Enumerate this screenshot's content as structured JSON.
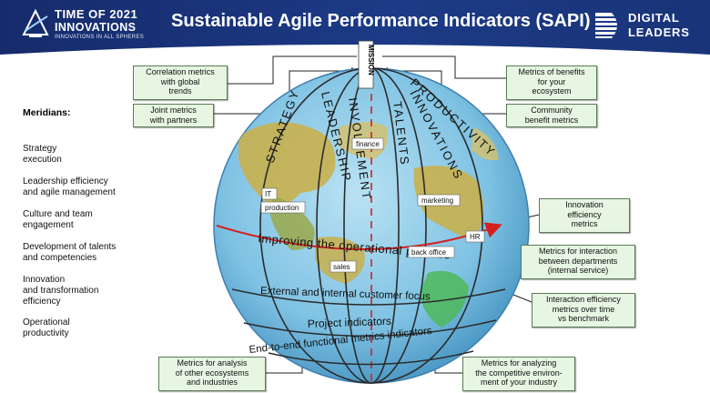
{
  "header": {
    "brand_left_line1": "TIME OF 2021",
    "brand_left_line2": "INNOVATIONS",
    "brand_left_tagline": "INNOVATIONS IN ALL SPHERES",
    "title": "Sustainable Agile Performance Indicators (SAPI)",
    "brand_right_line1": "DIGITAL",
    "brand_right_line2": "LEADERS"
  },
  "meridians": {
    "title": "Meridians:",
    "items": [
      {
        "line1": "Strategy",
        "line2": "execution"
      },
      {
        "line1": "Leadership efficiency",
        "line2": "and agile management"
      },
      {
        "line1": "Culture and team",
        "line2": "engagement"
      },
      {
        "line1": "Development of talents",
        "line2": "and competencies"
      },
      {
        "line1": "Innovation",
        "line2": "and transformation",
        "line3": "efficiency"
      },
      {
        "line1": "Operational",
        "line2": "productivity"
      }
    ]
  },
  "boxes": {
    "correlation": [
      "Correlation metrics",
      "with global",
      "trends"
    ],
    "joint": [
      "Joint metrics",
      "with partners"
    ],
    "benefits": [
      "Metrics of benefits",
      "for your",
      "ecosystem"
    ],
    "community": [
      "Community",
      "benefit metrics"
    ],
    "innovation": [
      "Innovation",
      "efficiency",
      "metrics"
    ],
    "interaction_depts": [
      "Metrics for interaction",
      "between departments",
      "(internal service)"
    ],
    "interaction_eff": [
      "Interaction efficiency",
      "metrics over time",
      "vs benchmark"
    ],
    "analysis_other": [
      "Metrics for analysis",
      "of other ecosystems",
      "and industries"
    ],
    "analysis_comp": [
      "Metrics for analyzing",
      "the competitive environ-",
      "ment of your industry"
    ]
  },
  "globe": {
    "mission": "MISSION",
    "meridian_strategy": "STRATEGY",
    "meridian_leadership": "LEADERSHIP",
    "meridian_involvement": "INVOLVEMENT",
    "meridian_talents": "TALENTS",
    "meridian_innovations": "INNOVATIONS",
    "meridian_productivity": "PRODUCTIVITY",
    "parallel_operational": "Improving the operational process",
    "parallel_customer": "External and internal customer focus",
    "parallel_project": "Project indicators",
    "parallel_e2e": "End-to-end functional metrics indicators",
    "tag_finance": "finance",
    "tag_it": "IT",
    "tag_production": "production",
    "tag_marketing": "marketing",
    "tag_hr": "HR",
    "tag_back_office": "back office",
    "tag_sales": "sales"
  },
  "colors": {
    "header_bg": "#1c3a86",
    "box_fill": "#e6f6e2",
    "mission_red": "#d42020",
    "ocean": "#7fc2e3",
    "land": "#c8b04e"
  }
}
